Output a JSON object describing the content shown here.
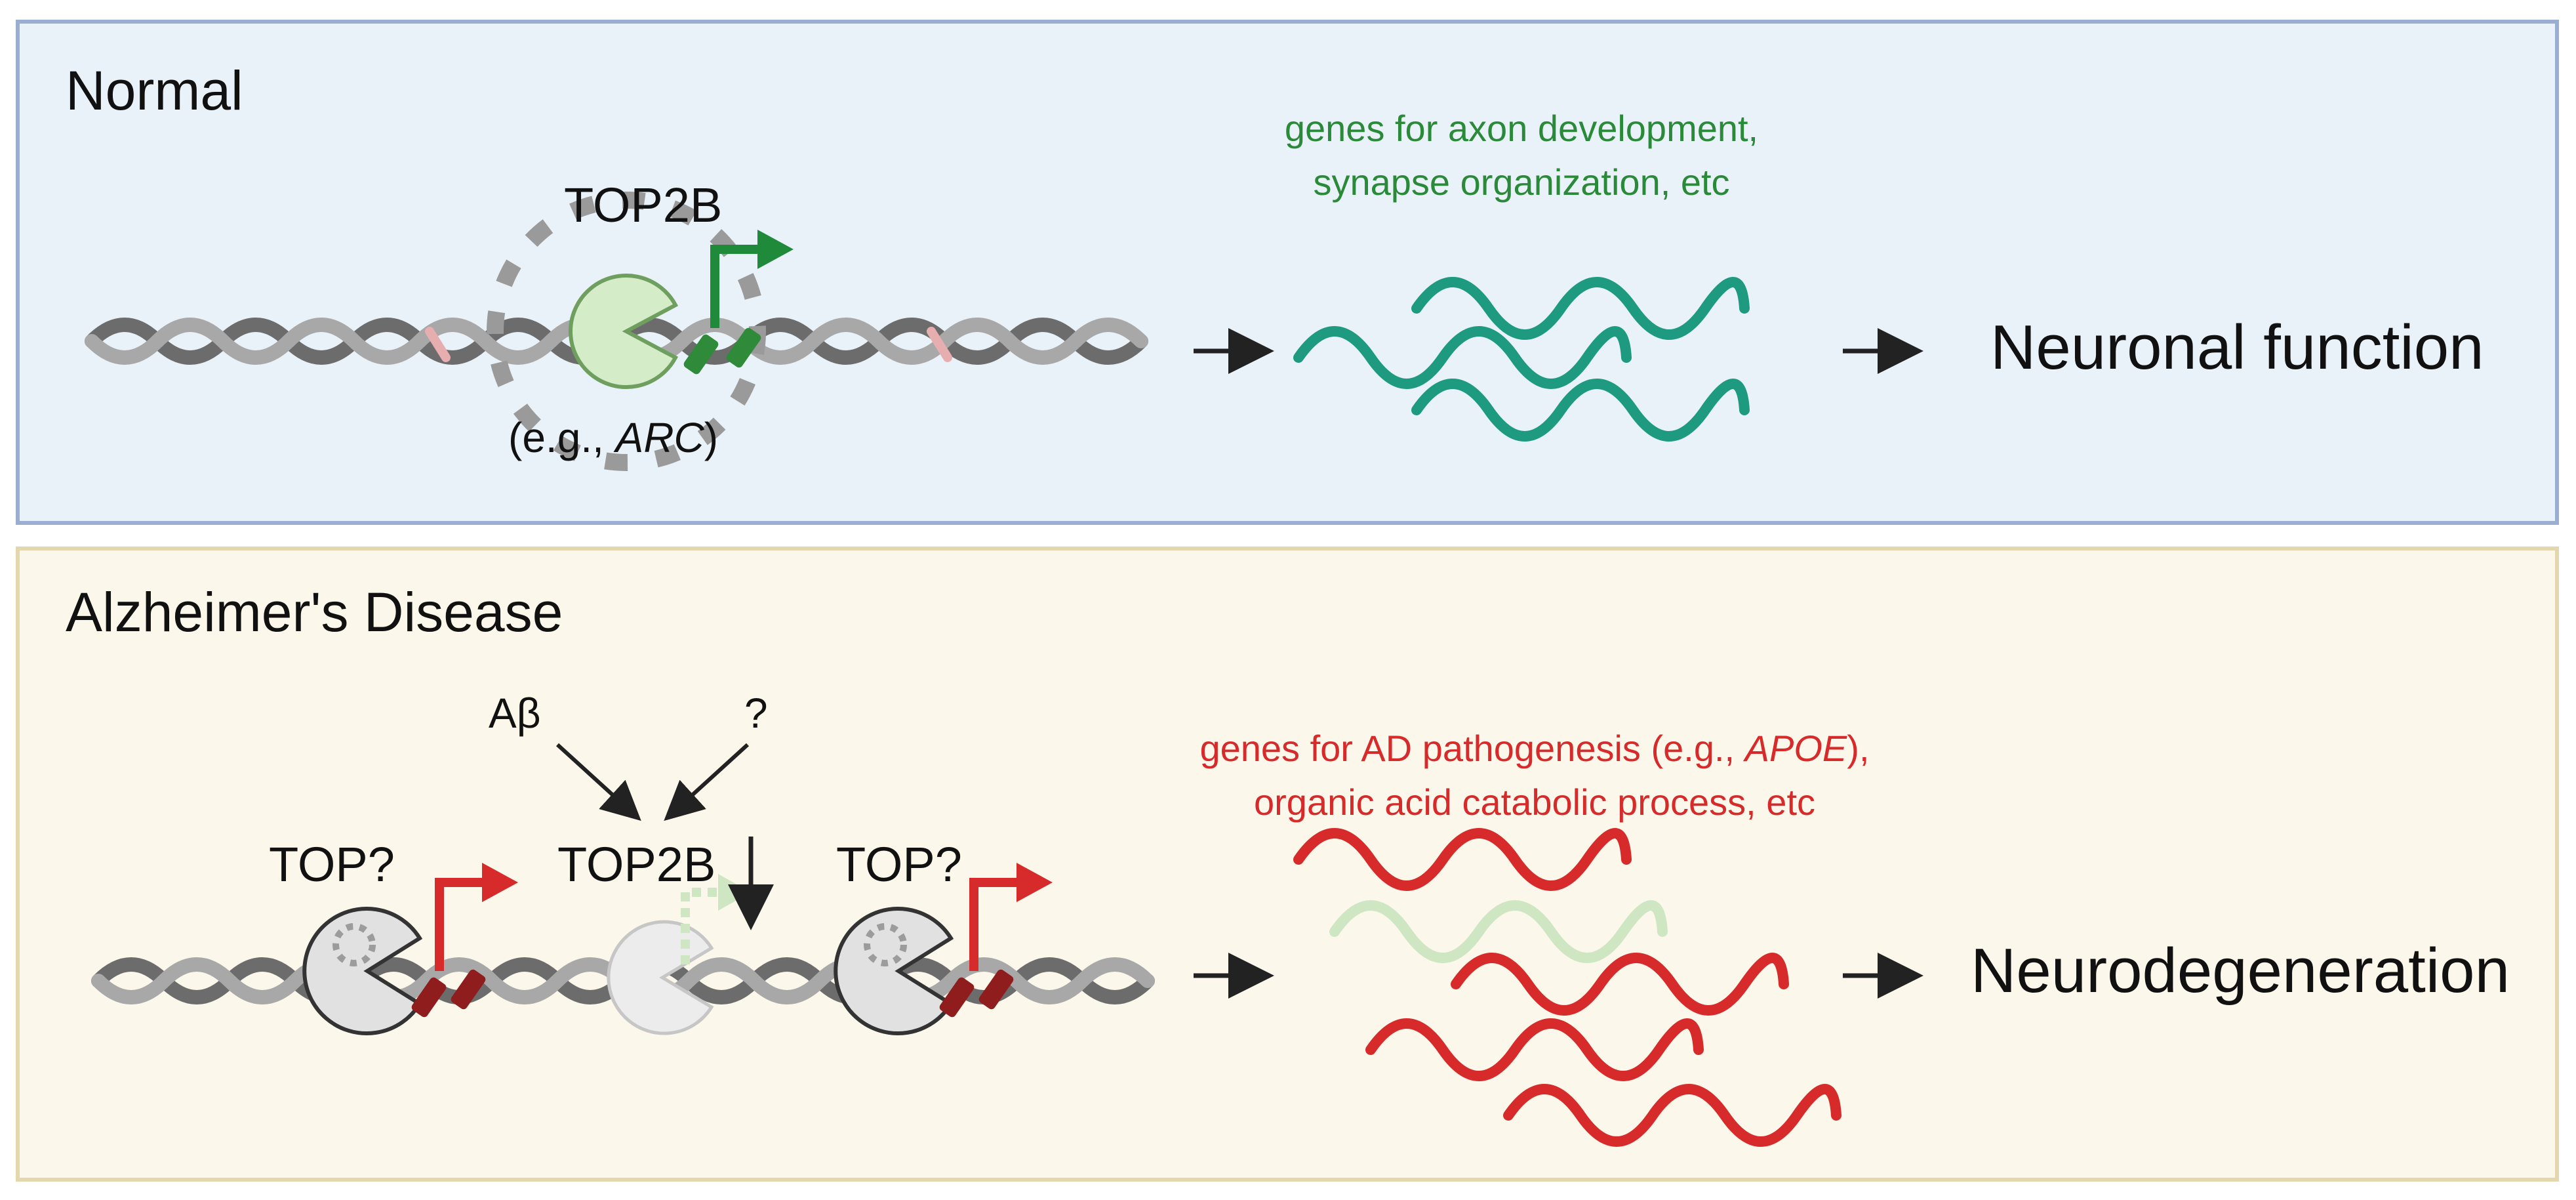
{
  "normal": {
    "title": "Normal",
    "enzyme_label": "TOP2B",
    "example_prefix": "(e.g., ",
    "example_gene": "ARC",
    "example_suffix": ")",
    "genes_caption_line1": "genes for axon development,",
    "genes_caption_line2": "synapse organization, etc",
    "outcome": "Neuronal function",
    "colors": {
      "panel_bg": "#eaf2f9",
      "panel_border": "#9aaed2",
      "gene_green": "#2b8a3a",
      "mrna_teal": "#1d9a80"
    }
  },
  "alzheimers": {
    "title": "Alzheimer's Disease",
    "input_abeta": "Aβ",
    "input_unknown": "?",
    "enzyme_left": "TOP?",
    "enzyme_center": "TOP2B",
    "enzyme_right": "TOP?",
    "genes_caption_line1_prefix": "genes for AD pathogenesis (e.g., ",
    "genes_caption_line1_gene": "APOE",
    "genes_caption_line1_suffix": "),",
    "genes_caption_line2": "organic acid catabolic process, etc",
    "outcome": "Neurodegeneration",
    "colors": {
      "panel_bg": "#fbf7ea",
      "panel_border": "#e4d7ad",
      "gene_red": "#d72a2a",
      "faded_green": "#cfe6c3"
    }
  },
  "icons": [
    "dna-helix-icon",
    "topoisomerase-enzyme-icon",
    "transcription-start-arrow-icon",
    "mrna-wave-icon",
    "process-arrow-icon",
    "down-arrow-icon"
  ]
}
